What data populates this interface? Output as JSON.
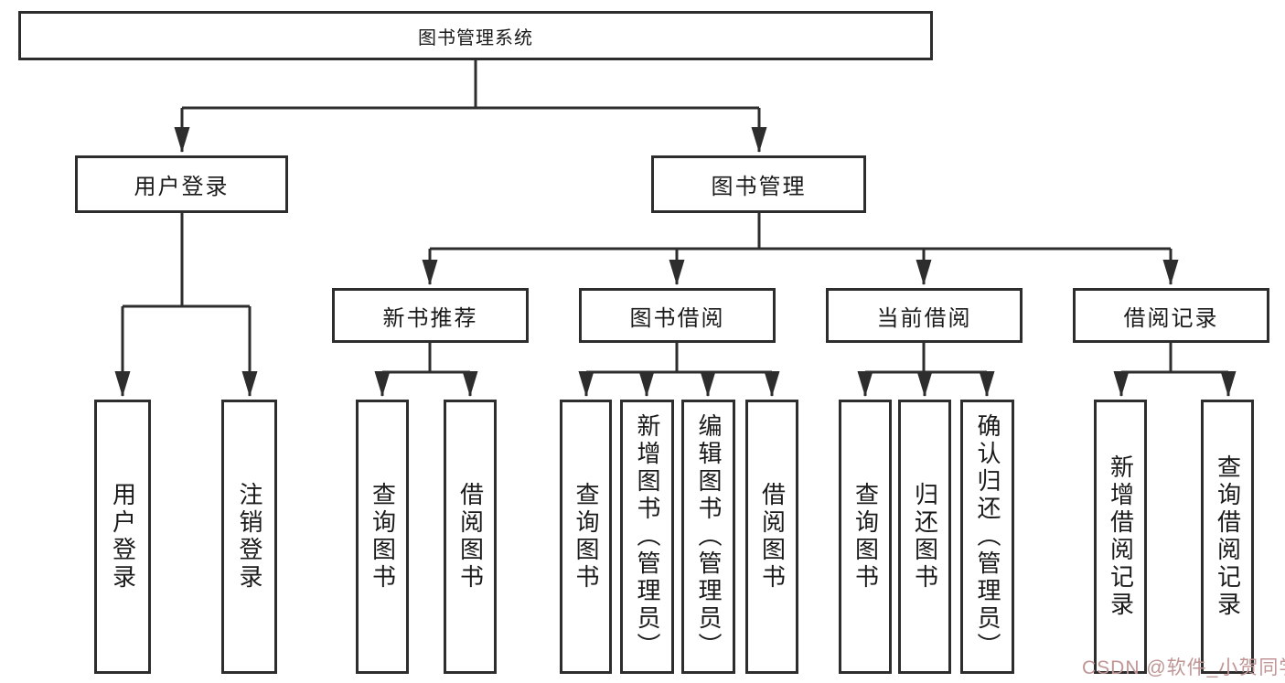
{
  "nodes": {
    "root": "图书管理系统",
    "user_login": "用户登录",
    "book_mgmt": "图书管理",
    "new_book_rec": "新书推荐",
    "book_borrow": "图书借阅",
    "current_borrow": "当前借阅",
    "borrow_records": "借阅记录",
    "ul_user_login": "用户登录",
    "ul_logout": "注销登录",
    "nbr_query": "查询图书",
    "nbr_borrow": "借阅图书",
    "bb_query": "查询图书",
    "bb_add": "新增图书（管理员）",
    "bb_edit": "编辑图书（管理员）",
    "bb_borrow": "借阅图书",
    "cb_query": "查询图书",
    "cb_return": "归还图书",
    "cb_confirm": "确认归还（管理员）",
    "br_add": "新增借阅记录",
    "br_query": "查询借阅记录"
  },
  "watermark": "CSDN @软件_小贺同学",
  "colors": {
    "line": "#2d2d2d",
    "text": "#1a1a1a",
    "watermark": "#c09595"
  }
}
